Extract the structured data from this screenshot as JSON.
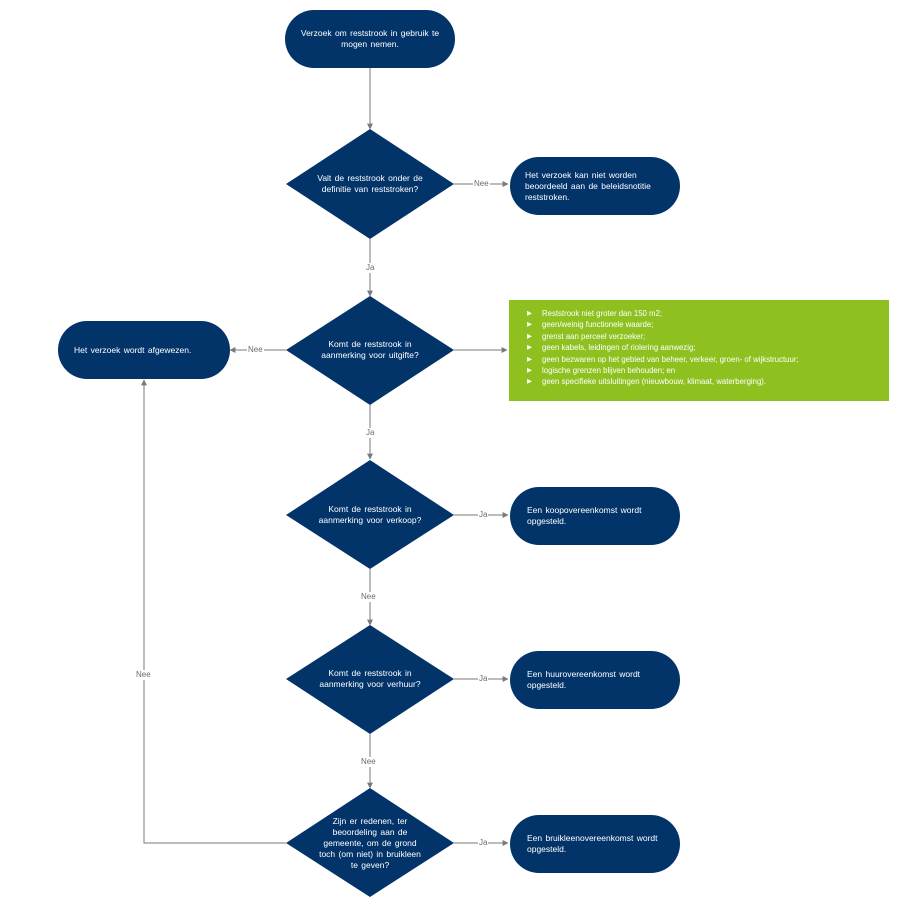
{
  "colors": {
    "node_fill": "#02346a",
    "criteria_fill": "#8ec11f",
    "edge_color": "#7a7a7a"
  },
  "nodes": {
    "start": "Verzoek om reststrook in gebruik te mogen nemen.",
    "q1": "Valt de reststrook onder de definitie van reststroken?",
    "r_niet_beoordeeld": "Het verzoek kan niet worden beoordeeld aan de beleidsnotitie reststroken.",
    "q2": "Komt de reststrook in aanmerking voor uitgifte?",
    "r_afgewezen": "Het verzoek wordt afgewezen.",
    "q3": "Komt de reststrook in aanmerking voor verkoop?",
    "r_koop": "Een koopovereenkomst wordt opgesteld.",
    "q4": "Komt de reststrook in aanmerking voor verhuur?",
    "r_huur": "Een huurovereenkomst wordt opgesteld.",
    "q5": "Zijn er redenen, ter beoordeling aan de gemeente, om de grond toch (om niet) in bruikleen te geven?",
    "r_bruikleen": "Een bruikleenovereenkomst wordt opgesteld."
  },
  "edge_labels": {
    "q1_nee": "Nee",
    "q1_ja": "Ja",
    "q2_nee": "Nee",
    "q2_ja": "Ja",
    "q3_ja": "Ja",
    "q3_nee": "Nee",
    "q4_ja": "Ja",
    "q4_nee": "Nee",
    "q5_ja": "Ja",
    "q5_nee": "Nee"
  },
  "criteria": [
    "Reststrook niet groter dan 150 m2;",
    "geen/weinig functionele waarde;",
    "grenst aan perceel verzoeker;",
    "geen kabels, leidingen of riolering aanwezig;",
    "geen bezwaren op het gebied van beheer, verkeer, groen- of wijkstructuur;",
    "logische grenzen blijven behouden; en",
    "geen specifieke uitsluitingen (nieuwbouw, klimaat, waterberging)."
  ]
}
